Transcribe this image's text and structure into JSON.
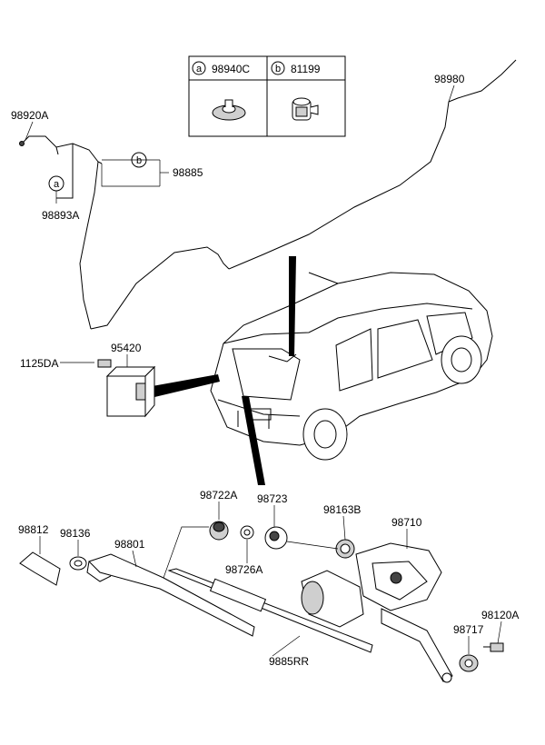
{
  "legend": {
    "cells": [
      {
        "key": "a",
        "part": "98940C"
      },
      {
        "key": "b",
        "part": "81199"
      }
    ]
  },
  "callouts": {
    "a": "a",
    "b": "b"
  },
  "labels": {
    "p98920A": "98920A",
    "p98893A": "98893A",
    "p98885": "98885",
    "p98980": "98980",
    "p95420": "95420",
    "p1125DA": "1125DA",
    "p98722A": "98722A",
    "p98723": "98723",
    "p98163B": "98163B",
    "p98710": "98710",
    "p98812": "98812",
    "p98136": "98136",
    "p98801": "98801",
    "p98726A": "98726A",
    "p98120A": "98120A",
    "p98717": "98717",
    "p9885RR": "9885RR"
  }
}
